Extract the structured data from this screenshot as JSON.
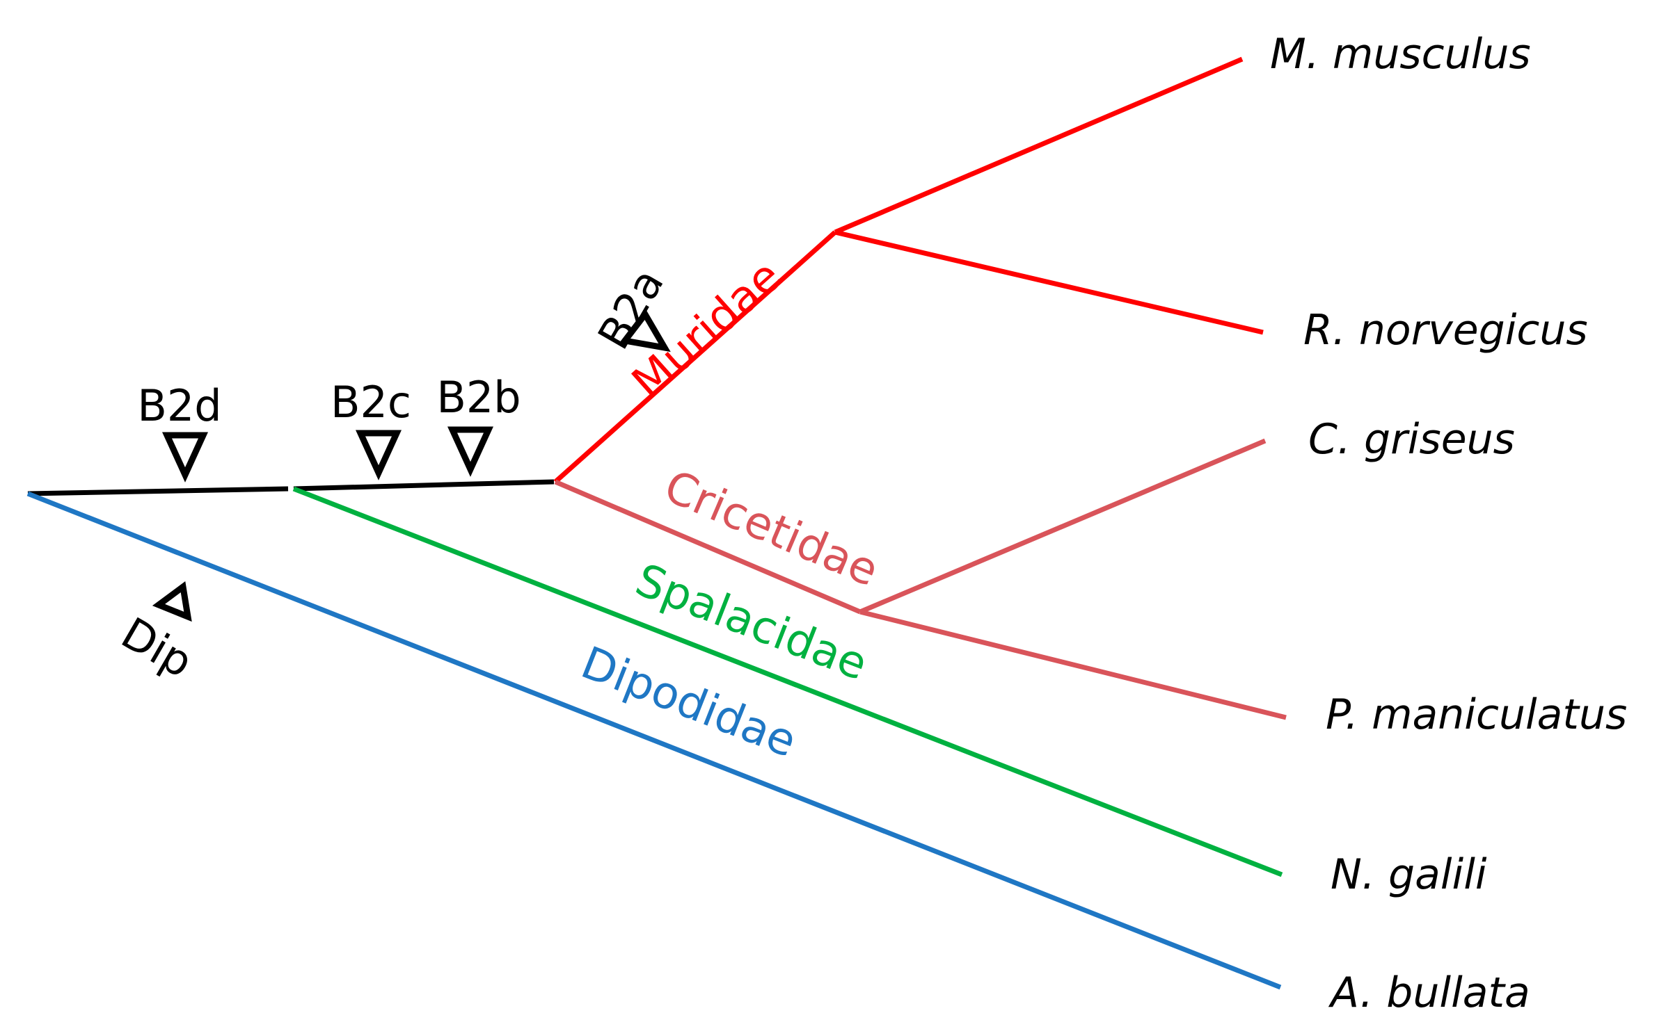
{
  "colors": {
    "stem": "#000000",
    "muridae": "#ff0000",
    "cricetidae": "#d9545a",
    "spalacidae": "#00b140",
    "dipodidae": "#1f77c4"
  },
  "species": [
    {
      "id": "m-musculus",
      "label": "M. musculus",
      "family": "muridae"
    },
    {
      "id": "r-norvegicus",
      "label": "R. norvegicus",
      "family": "muridae"
    },
    {
      "id": "c-griseus",
      "label": "C. griseus",
      "family": "cricetidae"
    },
    {
      "id": "p-maniculatus",
      "label": "P. maniculatus",
      "family": "cricetidae"
    },
    {
      "id": "n-galili",
      "label": "N. galili",
      "family": "spalacidae"
    },
    {
      "id": "a-bullata",
      "label": "A. bullata",
      "family": "dipodidae"
    }
  ],
  "families": {
    "muridae": "Muridae",
    "cricetidae": "Cricetidae",
    "spalacidae": "Spalacidae",
    "dipodidae": "Dipodidae"
  },
  "markers": {
    "b2d": "B2d",
    "b2c": "B2c",
    "b2b": "B2b",
    "b2a": "B2a",
    "dip": "Dip"
  }
}
